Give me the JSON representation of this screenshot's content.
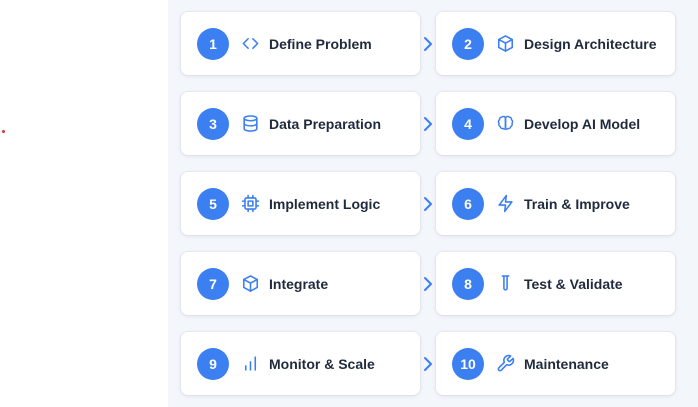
{
  "colors": {
    "accent": "#3b7ff1",
    "panel_bg": "#f3f6fb",
    "text": "#1f2a3d",
    "red_dot": "#d0343a"
  },
  "steps": [
    {
      "number": "1",
      "label": "Define Problem",
      "icon": "code-brackets-icon"
    },
    {
      "number": "2",
      "label": "Design Architecture",
      "icon": "cube-icon"
    },
    {
      "number": "3",
      "label": "Data Preparation",
      "icon": "database-icon"
    },
    {
      "number": "4",
      "label": "Develop AI Model",
      "icon": "brain-icon"
    },
    {
      "number": "5",
      "label": "Implement Logic",
      "icon": "cpu-chip-icon"
    },
    {
      "number": "6",
      "label": "Train & Improve",
      "icon": "lightning-icon"
    },
    {
      "number": "7",
      "label": "Integrate",
      "icon": "cube-icon"
    },
    {
      "number": "8",
      "label": "Test & Validate",
      "icon": "test-tube-icon"
    },
    {
      "number": "9",
      "label": "Monitor & Scale",
      "icon": "bar-chart-icon"
    },
    {
      "number": "10",
      "label": "Maintenance",
      "icon": "wrench-icon"
    }
  ]
}
